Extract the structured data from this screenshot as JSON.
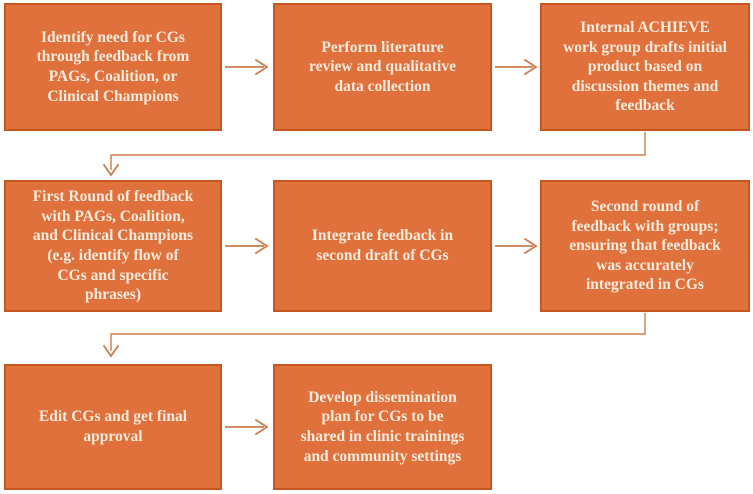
{
  "diagram": {
    "type": "flowchart",
    "description": "Process flowchart for developing CGs (care guides) with orange step boxes connected by arrows, reading left-to-right in three rows",
    "colors": {
      "box_fill": "#E0713C",
      "box_border": "#C5571F",
      "box_text": "#F4EBDC",
      "connector": "#CC7C4D",
      "background": "#FFFFFF"
    },
    "steps": [
      {
        "id": 1,
        "row": 1,
        "col": 1,
        "label": "Identify need for CGs\nthrough feedback from\nPAGs, Coalition, or\nClinical Champions"
      },
      {
        "id": 2,
        "row": 1,
        "col": 2,
        "label": "Perform literature\nreview and qualitative\ndata collection"
      },
      {
        "id": 3,
        "row": 1,
        "col": 3,
        "label": "Internal ACHIEVE\nwork group drafts initial\nproduct based on\ndiscussion themes and\nfeedback"
      },
      {
        "id": 4,
        "row": 2,
        "col": 1,
        "label": "First Round of feedback\nwith PAGs, Coalition,\nand Clinical Champions\n(e.g. identify flow of\nCGs and specific\nphrases)"
      },
      {
        "id": 5,
        "row": 2,
        "col": 2,
        "label": "Integrate feedback in\nsecond draft of CGs"
      },
      {
        "id": 6,
        "row": 2,
        "col": 3,
        "label": "Second round of\nfeedback with groups;\nensuring that feedback\nwas accurately\nintegrated in CGs"
      },
      {
        "id": 7,
        "row": 3,
        "col": 1,
        "label": "Edit CGs and get final\napproval"
      },
      {
        "id": 8,
        "row": 3,
        "col": 2,
        "label": "Develop dissemination\nplan for CGs to be\nshared in clinic trainings\nand community settings"
      }
    ],
    "connections": [
      {
        "from": 1,
        "to": 2,
        "type": "arrow-right"
      },
      {
        "from": 2,
        "to": 3,
        "type": "arrow-right"
      },
      {
        "from": 3,
        "to": 4,
        "type": "elbow-down-left-down"
      },
      {
        "from": 4,
        "to": 5,
        "type": "arrow-right"
      },
      {
        "from": 5,
        "to": 6,
        "type": "arrow-right"
      },
      {
        "from": 6,
        "to": 7,
        "type": "elbow-down-left-down"
      },
      {
        "from": 7,
        "to": 8,
        "type": "arrow-right"
      }
    ]
  }
}
